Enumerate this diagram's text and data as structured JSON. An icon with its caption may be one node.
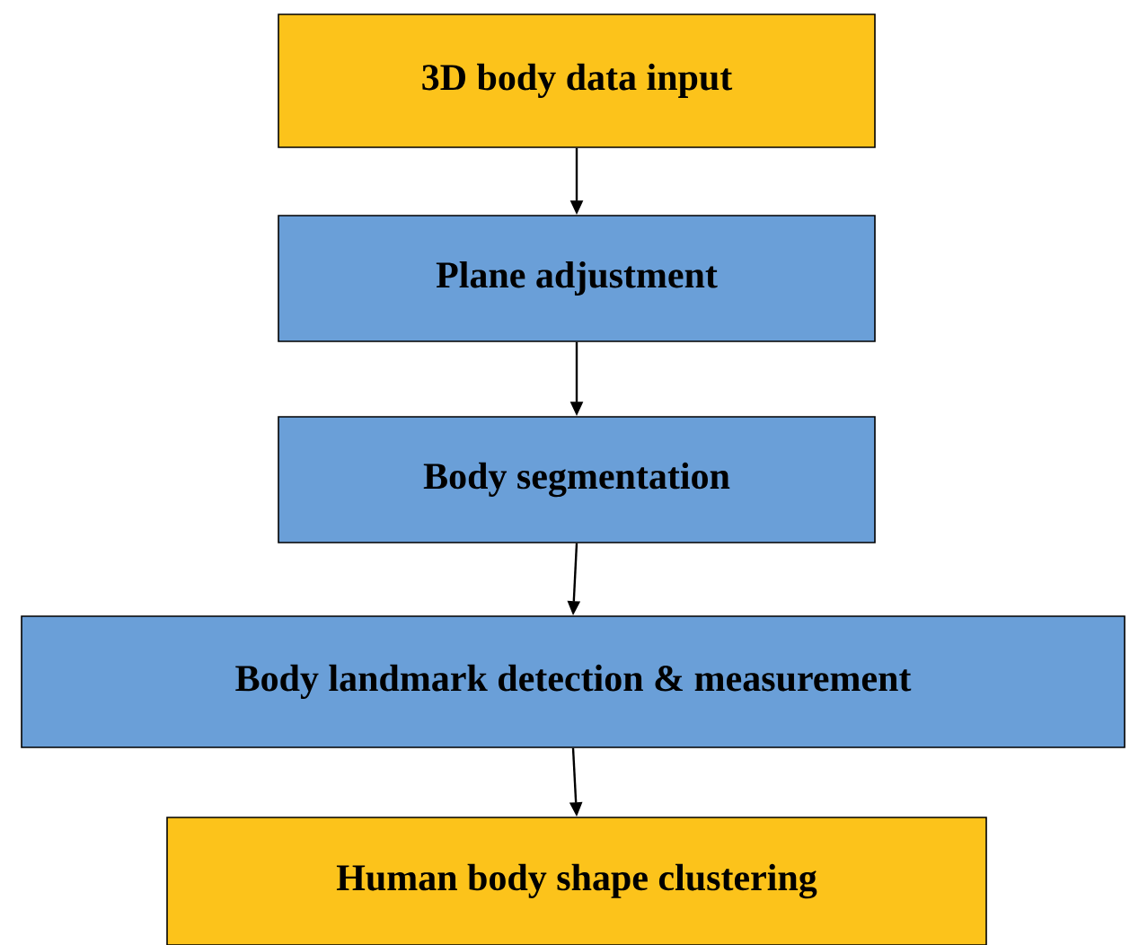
{
  "diagram": {
    "nodes": [
      {
        "text": [
          "3D body data input"
        ]
      },
      {
        "text": [
          "Plane adjustment"
        ]
      },
      {
        "text": [
          "Body segmentation"
        ]
      },
      {
        "text": [
          "Body landmark detection & measurement"
        ]
      },
      {
        "text": [
          "Human body shape clustering"
        ]
      }
    ],
    "edges": [
      {
        "from": 0,
        "to": 1,
        "arrow": "to"
      },
      {
        "from": 1,
        "to": 2,
        "arrow": "to"
      },
      {
        "from": 2,
        "to": 3,
        "arrow": "to"
      },
      {
        "from": 3,
        "to": 4,
        "arrow": "to"
      }
    ]
  }
}
